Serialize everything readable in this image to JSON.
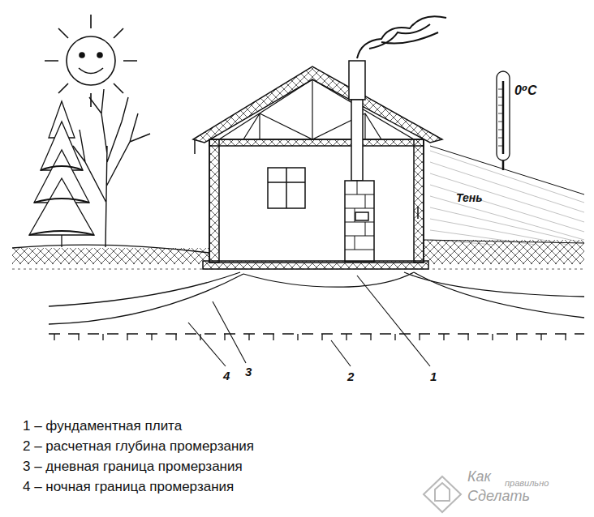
{
  "diagram": {
    "labels": [
      "0⁰С",
      "Тень",
      "4",
      "3",
      "2",
      "1",
      "1 – фундаментная плита",
      "2 – расчетная глубина промерзания",
      "3 – дневная граница промерзания",
      "4 – ночная граница промерзания",
      "Как",
      "правильно",
      "Сделать"
    ]
  }
}
